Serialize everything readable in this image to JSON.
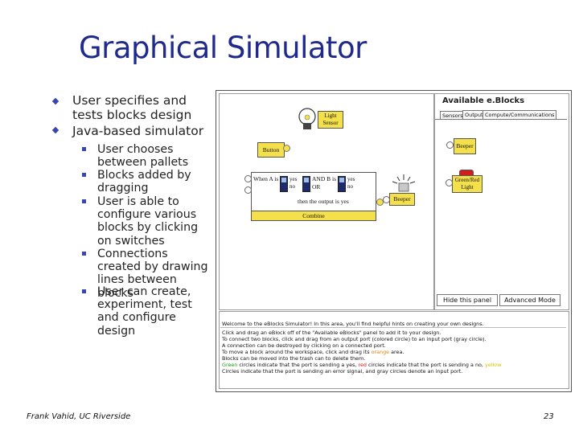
{
  "slide": {
    "title": "Graphical Simulator",
    "bullets": [
      "User specifies and tests blocks design",
      "Java-based simulator"
    ],
    "sub_bullets": [
      "User chooses between pallets",
      "Blocks added by dragging",
      "User is able to configure various blocks by clicking on switches",
      "Connections created by drawing lines between blocks",
      "User can create, experiment, test and configure design"
    ],
    "footer": "Frank Vahid, UC Riverside",
    "page_number": "23"
  },
  "simulator": {
    "panel_title": "Available e.Blocks",
    "tabs": [
      "Sensors",
      "Output",
      "Compute/Communications"
    ],
    "panel_blocks": [
      "Beeper",
      "Green/Red Light"
    ],
    "buttons": [
      "Hide this panel",
      "Advanced Mode"
    ],
    "workspace": {
      "light_sensor": "Light Sensor",
      "button": "Button",
      "when_a": "When A is",
      "yes": "yes",
      "no": "no",
      "and_b": "AND B is",
      "or": "OR",
      "then_output": "then the output is yes",
      "combine": "Combine",
      "beeper": "Beeper"
    },
    "messages": {
      "welcome": "Welcome to the eBlocks Simulator! In this area, you'll find helpful hints on creating your own designs.",
      "l1": "Click and drag an eBlock off of the \"Available eBlocks\" panel to add it to your design.",
      "l2": "To connect two blocks, click and drag from an output port (colored circle) to an input port (gray circle).",
      "l3": "A connection can be destroyed by clicking on a connected port.",
      "l4a": "To move a block around the workspace, click and drag its",
      "l4b": "orange",
      "l4c": "area.",
      "l5": "Blocks can be moved into the trash can to delete them.",
      "l6a": "Green",
      "l6b": "circles indicate that the port is sending a yes,",
      "l6c": "red",
      "l6d": "circles indicate that the port is sending a no,",
      "l6e": "yellow",
      "l7": "Circles indicate that the port is sending an error signal, and gray circles denote an input port."
    },
    "colors": {
      "orange": "#e0841a",
      "green": "#1a9a1a",
      "red": "#d01818",
      "yellow": "#d8c000"
    }
  }
}
